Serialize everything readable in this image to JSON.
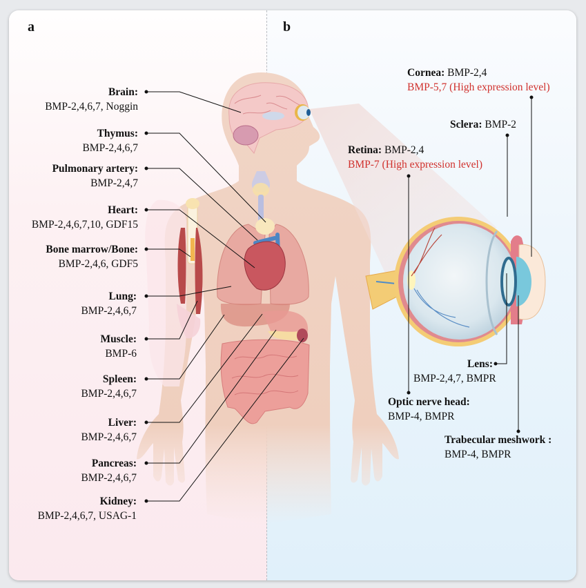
{
  "panels": {
    "a": "a",
    "b": "b"
  },
  "colors": {
    "highlight_red": "#d0302c",
    "panel_a_bg": "#fbe9ee",
    "panel_b_bg": "#e0f0fa",
    "leader_line": "#111111"
  },
  "organs": [
    {
      "name": "Brain:",
      "value": "BMP-2,4,6,7, Noggin"
    },
    {
      "name": "Thymus:",
      "value": "BMP-2,4,6,7"
    },
    {
      "name": "Pulmonary artery:",
      "value": "BMP-2,4,7"
    },
    {
      "name": "Heart:",
      "value": "BMP-2,4,6,7,10, GDF15"
    },
    {
      "name": "Bone marrow/Bone:",
      "value": "BMP-2,4,6, GDF5"
    },
    {
      "name": "Lung:",
      "value": "BMP-2,4,6,7"
    },
    {
      "name": "Muscle:",
      "value": "BMP-6"
    },
    {
      "name": "Spleen:",
      "value": "BMP-2,4,6,7"
    },
    {
      "name": "Liver:",
      "value": "BMP-2,4,6,7"
    },
    {
      "name": "Pancreas:",
      "value": "BMP-2,4,6,7"
    },
    {
      "name": "Kidney:",
      "value": "BMP-2,4,6,7, USAG-1"
    }
  ],
  "eye_parts": {
    "cornea": {
      "name": "Cornea:",
      "value": "BMP-2,4",
      "high": "BMP-5,7 (High expression level)"
    },
    "sclera": {
      "name": "Sclera:",
      "value": "BMP-2"
    },
    "retina": {
      "name": "Retina:",
      "value": "BMP-2,4",
      "high": "BMP-7 (High expression level)"
    },
    "lens": {
      "name": "Lens:",
      "value": "BMP-2,4,7, BMPR"
    },
    "optic_nerve_head": {
      "name": "Optic nerve head:",
      "value": "BMP-4, BMPR"
    },
    "trabecular_meshwork": {
      "name": "Trabecular meshwork :",
      "value": "BMP-4, BMPR"
    }
  }
}
